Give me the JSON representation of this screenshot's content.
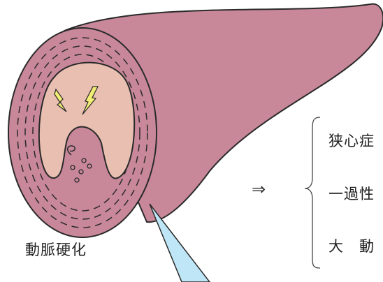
{
  "labels": {
    "caption": "動脈硬化",
    "arrow": "⇒"
  },
  "list": [
    "狭心症",
    "一過性",
    "大　動"
  ],
  "colors": {
    "vessel_wall": "#c8889a",
    "lumen": "#e8bfb0",
    "lightning": "#f2ee73",
    "probe": "#bfe6f6",
    "outline": "#2a2a2a"
  }
}
